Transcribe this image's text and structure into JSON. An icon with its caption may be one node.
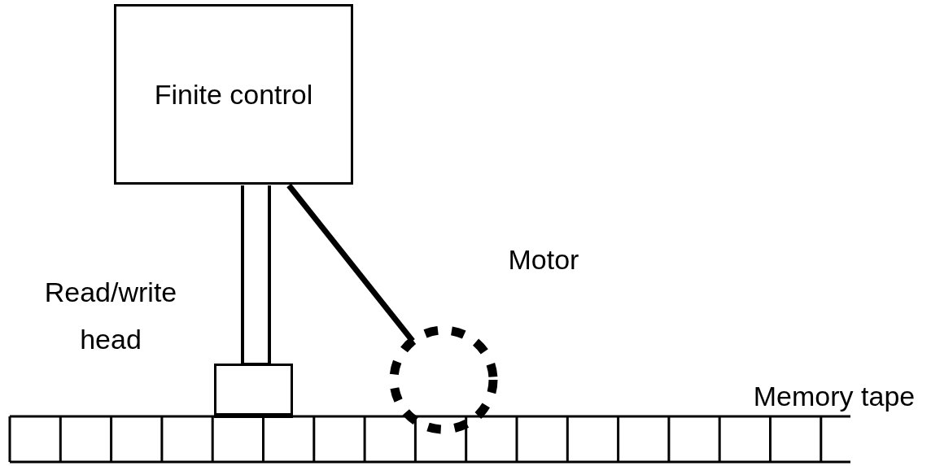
{
  "diagram": {
    "nodes": [
      {
        "text": [
          "Finite control"
        ]
      },
      {
        "text": [],
        "shape": "box",
        "beside": [
          "Read/write head"
        ]
      },
      {
        "text": [],
        "shape": "circle",
        "beside": [
          "Motor"
        ]
      },
      {
        "text": [],
        "shape": "bar",
        "beside": [
          "Memory tape"
        ]
      }
    ],
    "edges": [
      {
        "from": 0,
        "to": 1,
        "arrow": "none"
      },
      {
        "from": 0,
        "to": 2,
        "arrow": "none"
      }
    ]
  }
}
